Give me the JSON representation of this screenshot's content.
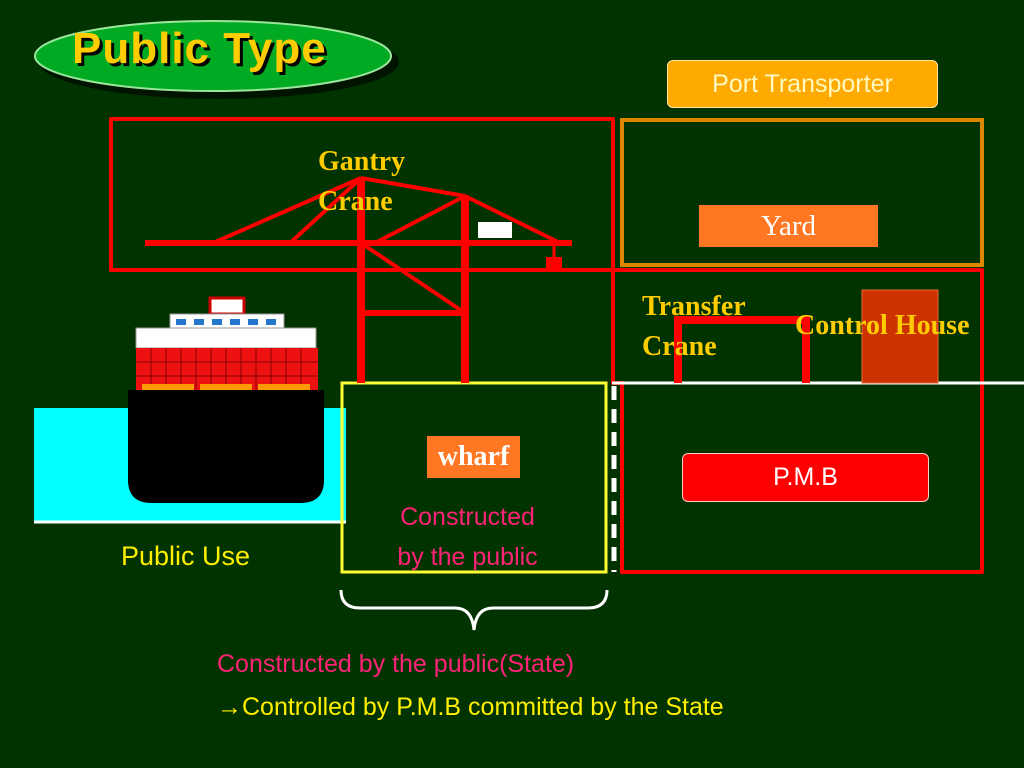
{
  "title": "Public Type",
  "labels": {
    "port_transporter": "Port Transporter",
    "yard": "Yard",
    "gantry_crane_line1": "Gantry",
    "gantry_crane_line2": "Crane",
    "transfer_crane_line1": "Transfer",
    "transfer_crane_line2": "Crane",
    "control_house": "Control House",
    "wharf": "wharf",
    "constructed_line1": "Constructed",
    "constructed_line2": "by the public",
    "pmb": "P.M.B",
    "public_use": "Public Use"
  },
  "footer": {
    "line1": "Constructed by the public(State)",
    "line2": "→Controlled by P.M.B committed by the State"
  },
  "colors": {
    "background": "#003300",
    "title_oval": "#00aa22",
    "title_text": "#ffcc00",
    "crane": "#ff0000",
    "wharf_border": "#ffff33",
    "yard_border": "#dd8800",
    "water": "#00ffff",
    "ship_hull": "#000000",
    "containers": "#ee1111",
    "pink_text": "#ff2277",
    "yellow_text": "#ffee00"
  }
}
